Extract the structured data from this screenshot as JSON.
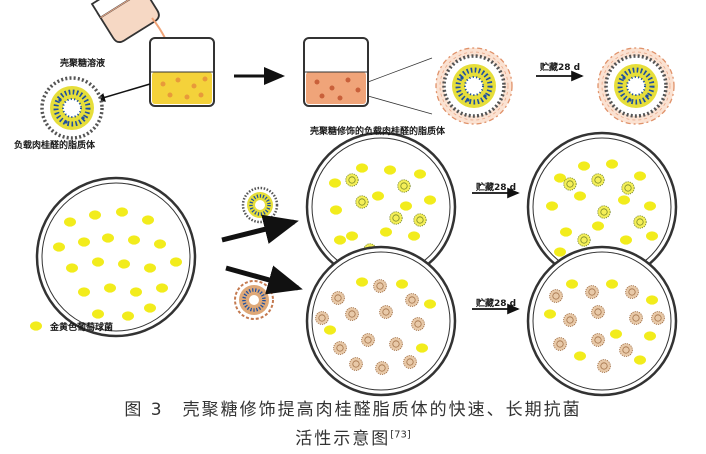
{
  "labels": {
    "chitosan_solution": "壳聚糖溶液",
    "cinnamaldehyde_liposome": "负载肉桂醛的脂质体",
    "chitosan_modified_liposome": "壳聚糖修饰的负载肉桂醛的脂质体",
    "storage_top": "贮藏28 d",
    "storage_mid": "贮藏28 d",
    "storage_bottom": "贮藏28 d",
    "staph_aureus": "金黄色葡萄球菌"
  },
  "caption": {
    "line1": "图 3　壳聚糖修饰提高肉桂醛脂质体的快速、长期抗菌",
    "line2": "活性示意图",
    "ref": "[73]"
  },
  "colors": {
    "bacteria": "#f2ec1c",
    "plain_liposome_core": "#e6de3a",
    "chitosan_liposome_core": "#dea878",
    "solution_yellow": "#f4d23a",
    "solution_orange": "#f0a479",
    "shell_blue": "#1e4fa0"
  },
  "icons": [
    "beaker-icon",
    "pouring-beaker-icon",
    "liposome-icon",
    "chitosan-liposome-icon",
    "petri-dish-icon",
    "arrow-icon"
  ]
}
